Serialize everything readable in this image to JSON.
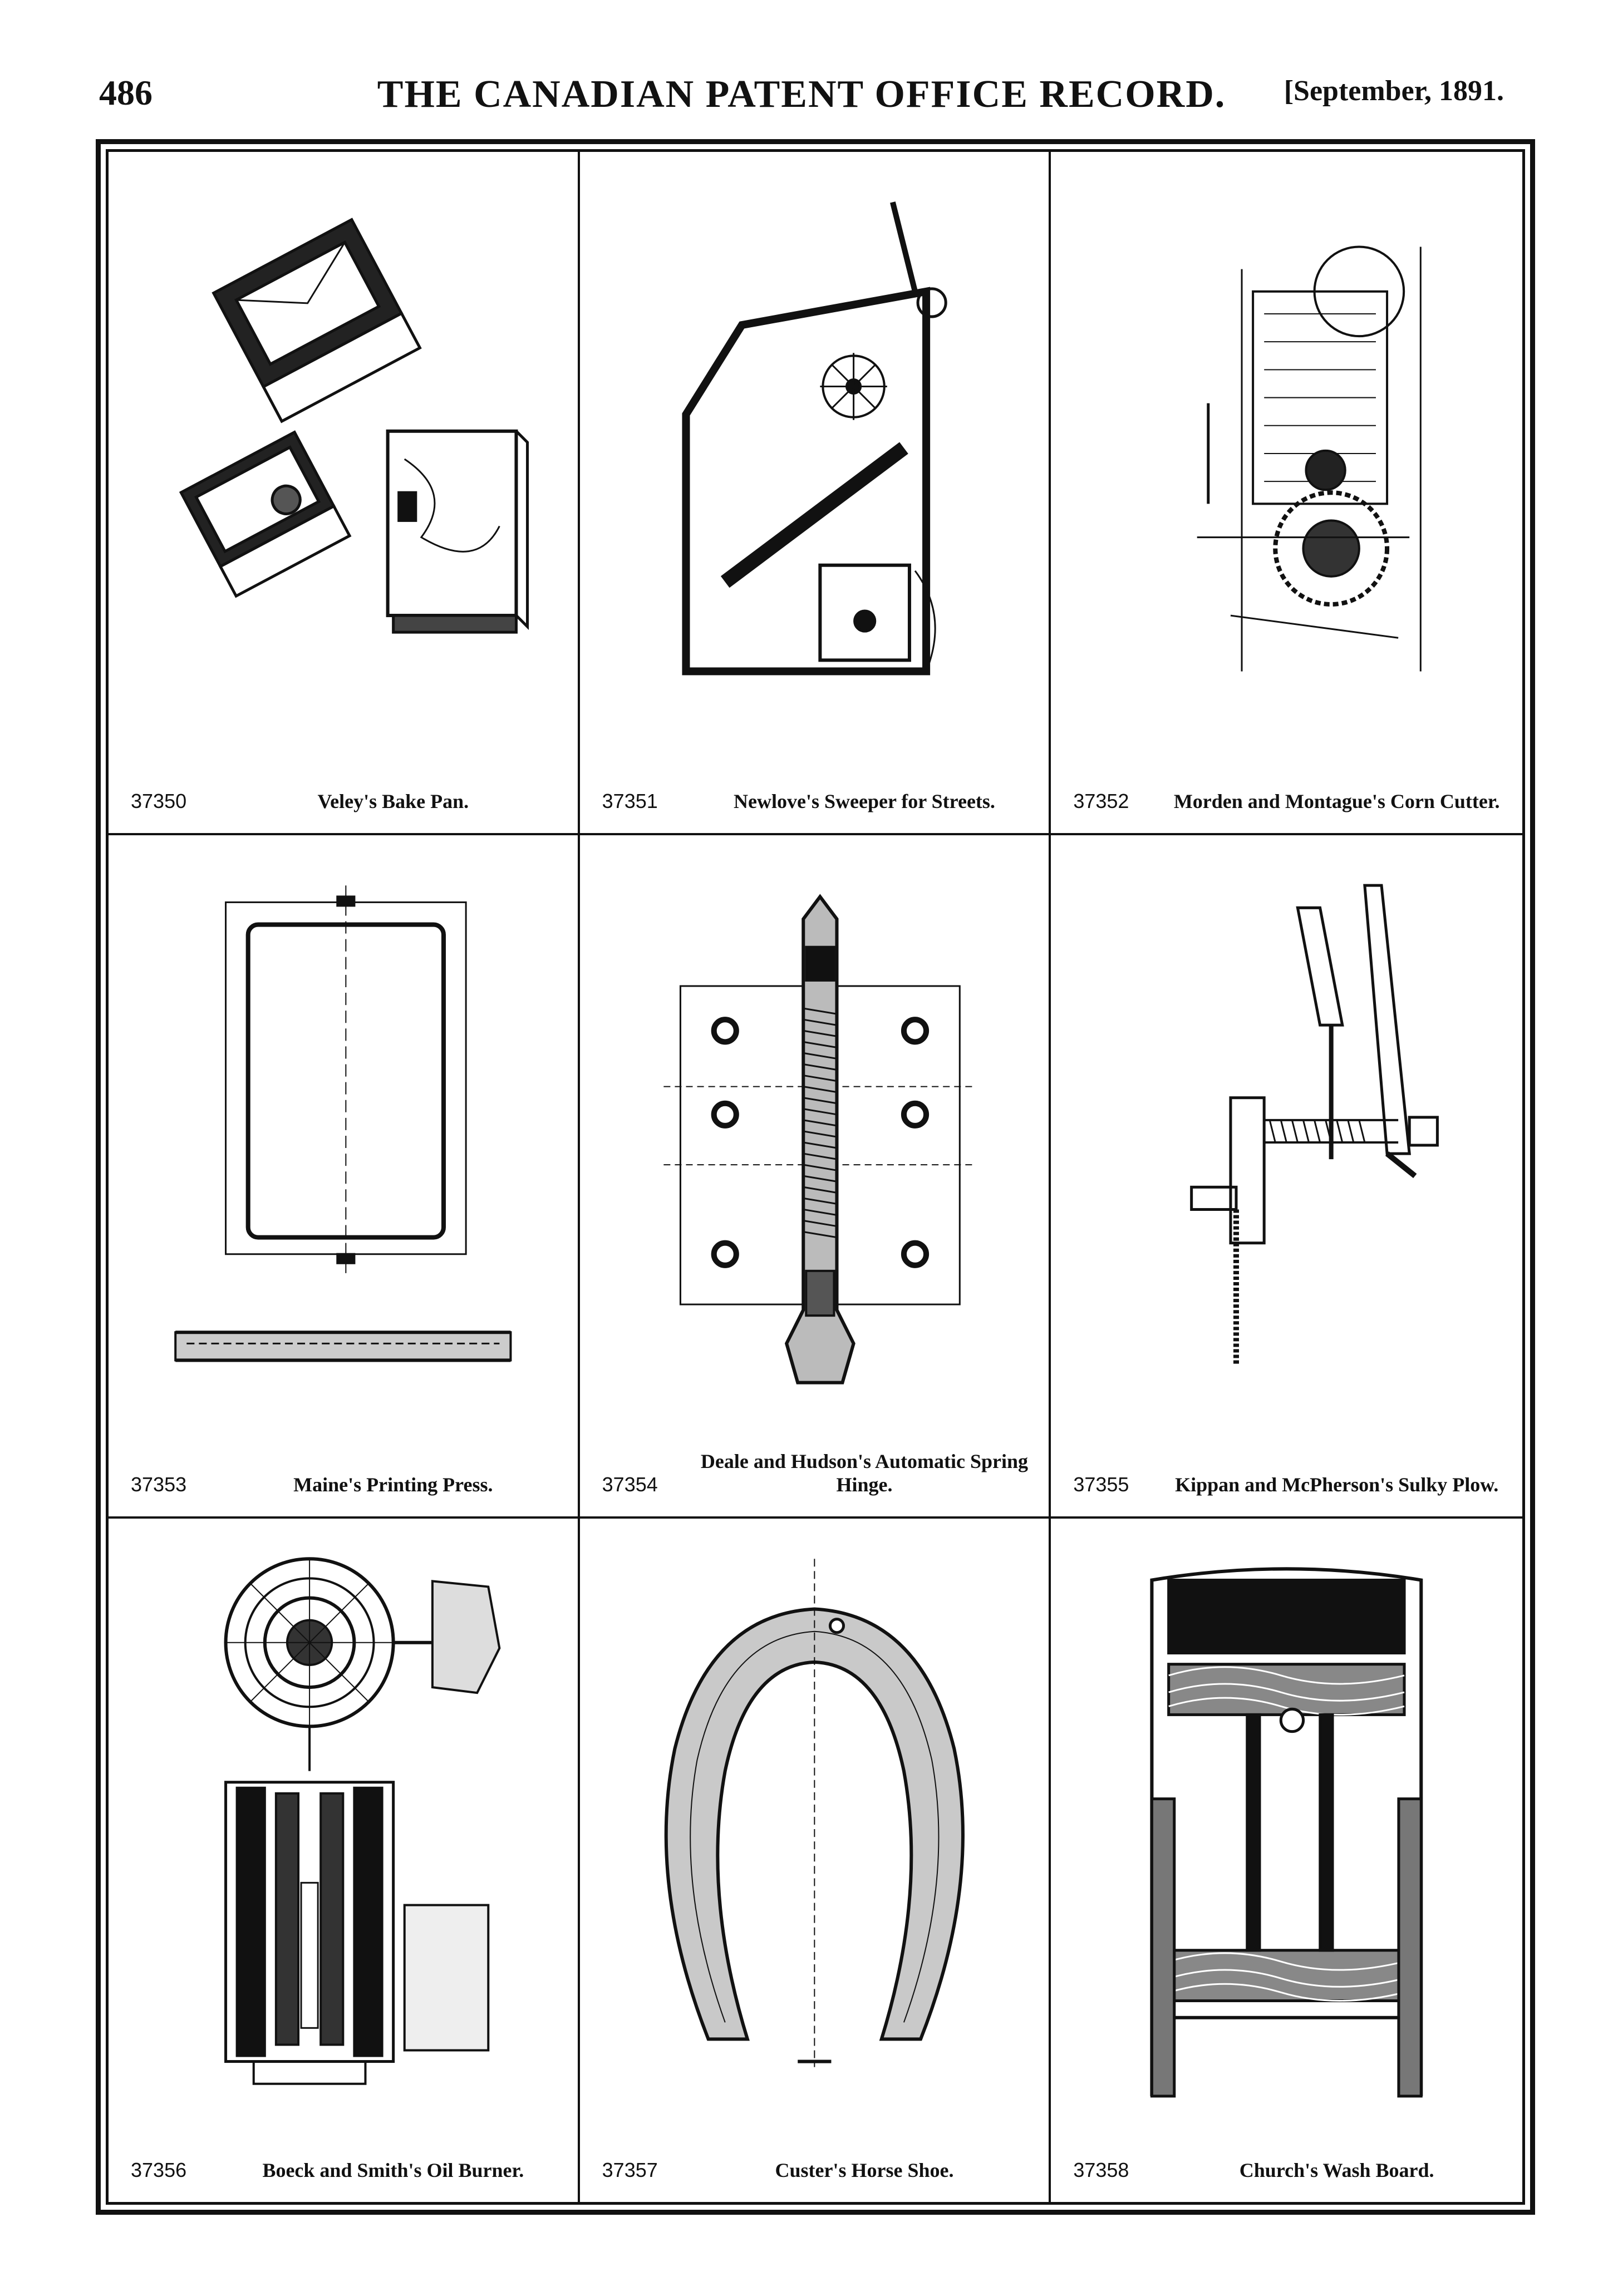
{
  "header": {
    "page_number": "486",
    "title": "THE CANADIAN PATENT OFFICE RECORD.",
    "date": "[September, 1891."
  },
  "patents": [
    {
      "number": "37350",
      "title": "Veley's Bake Pan.",
      "figure": "bake-pan-drawing"
    },
    {
      "number": "37351",
      "title": "Newlove's Sweeper for Streets.",
      "figure": "street-sweeper-drawing"
    },
    {
      "number": "37352",
      "title": "Morden and Montague's Corn Cutter.",
      "figure": "corn-cutter-drawing"
    },
    {
      "number": "37353",
      "title": "Maine's Printing Press.",
      "figure": "printing-press-drawing"
    },
    {
      "number": "37354",
      "title": "Deale and Hudson's Automatic Spring Hinge.",
      "figure": "spring-hinge-drawing"
    },
    {
      "number": "37355",
      "title": "Kippan and McPherson's Sulky Plow.",
      "figure": "sulky-plow-drawing"
    },
    {
      "number": "37356",
      "title": "Boeck and Smith's Oil Burner.",
      "figure": "oil-burner-drawing"
    },
    {
      "number": "37357",
      "title": "Custer's Horse Shoe.",
      "figure": "horse-shoe-drawing"
    },
    {
      "number": "37358",
      "title": "Church's Wash Board.",
      "figure": "wash-board-drawing"
    }
  ]
}
